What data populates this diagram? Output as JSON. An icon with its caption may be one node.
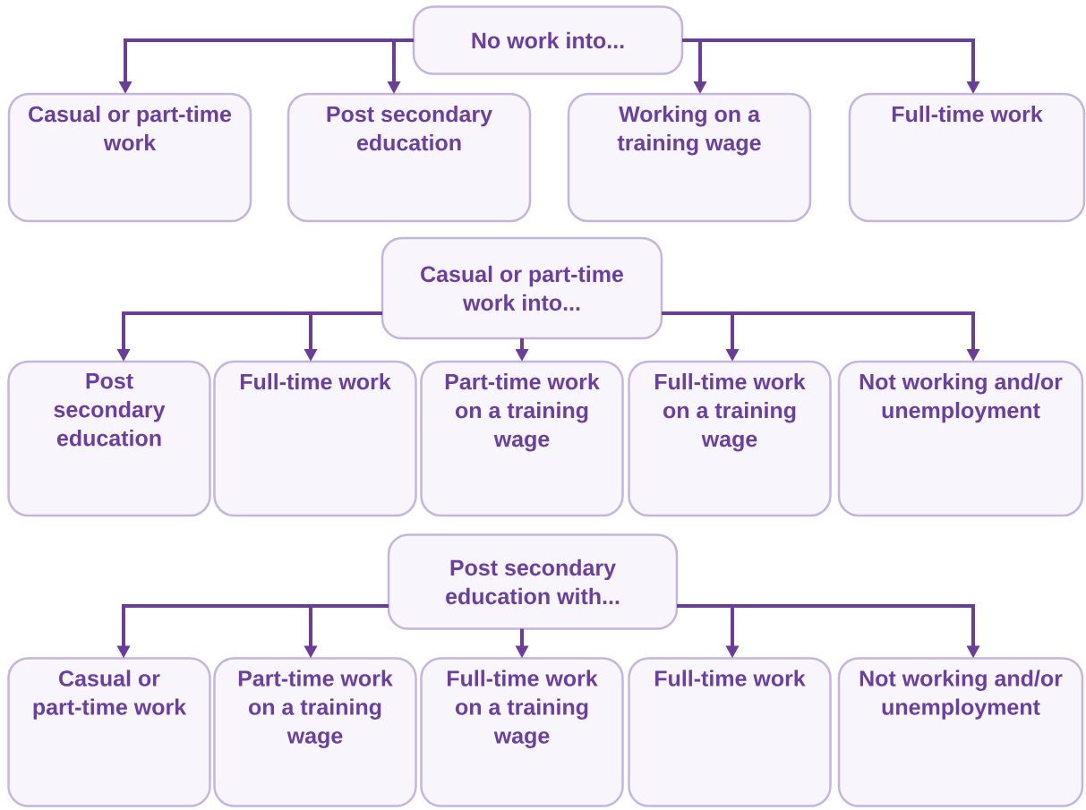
{
  "diagram": {
    "nodes": [
      {
        "text": [
          "No work into..."
        ]
      },
      {
        "text": [
          "Casual or part-time work"
        ]
      },
      {
        "text": [
          "Post secondary education"
        ]
      },
      {
        "text": [
          "Working on a training wage"
        ]
      },
      {
        "text": [
          "Full-time work"
        ]
      },
      {
        "text": [
          "Casual or part-time work into..."
        ]
      },
      {
        "text": [
          "Post secondary education"
        ]
      },
      {
        "text": [
          "Full-time work"
        ]
      },
      {
        "text": [
          "Part-time work on a training wage"
        ]
      },
      {
        "text": [
          "Full-time work on a training wage"
        ]
      },
      {
        "text": [
          "Not working and/or unemployment"
        ]
      },
      {
        "text": [
          "Post secondary education with..."
        ]
      },
      {
        "text": [
          "Casual or part-time work"
        ]
      },
      {
        "text": [
          "Part-time work on a training wage"
        ]
      },
      {
        "text": [
          "Full-time work on a training wage"
        ]
      },
      {
        "text": [
          "Full-time work"
        ]
      },
      {
        "text": [
          "Not working and/or unemployment"
        ]
      }
    ],
    "edges": [
      {
        "from": 0,
        "to": 1,
        "arrow": "to"
      },
      {
        "from": 0,
        "to": 2,
        "arrow": "to"
      },
      {
        "from": 0,
        "to": 3,
        "arrow": "to"
      },
      {
        "from": 0,
        "to": 4,
        "arrow": "to"
      },
      {
        "from": 5,
        "to": 6,
        "arrow": "to"
      },
      {
        "from": 5,
        "to": 7,
        "arrow": "to"
      },
      {
        "from": 5,
        "to": 8,
        "arrow": "to"
      },
      {
        "from": 5,
        "to": 9,
        "arrow": "to"
      },
      {
        "from": 5,
        "to": 10,
        "arrow": "to"
      },
      {
        "from": 11,
        "to": 12,
        "arrow": "to"
      },
      {
        "from": 11,
        "to": 13,
        "arrow": "to"
      },
      {
        "from": 11,
        "to": 14,
        "arrow": "to"
      },
      {
        "from": 11,
        "to": 15,
        "arrow": "to"
      },
      {
        "from": 11,
        "to": 16,
        "arrow": "to"
      }
    ]
  }
}
